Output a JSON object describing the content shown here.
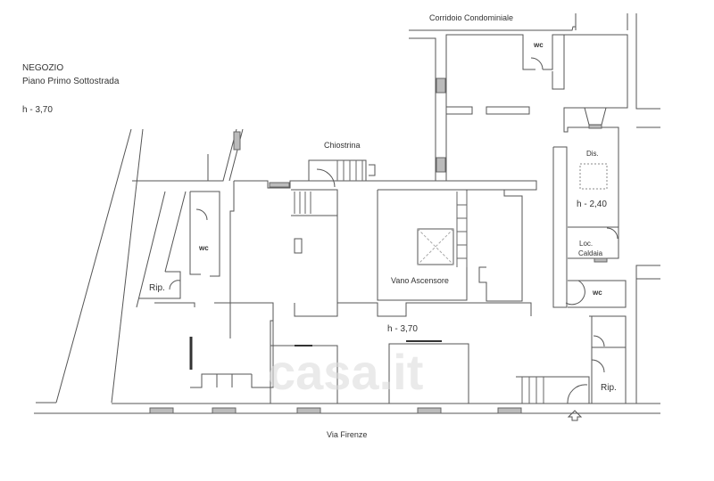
{
  "header": {
    "title": "NEGOZIO",
    "subtitle": "Piano Primo Sottostrada",
    "height": "h - 3,70"
  },
  "labels": {
    "corridor": "Corridoio Condominiale",
    "courtyard": "Chiostrina",
    "wc_top": "wc",
    "dis": "Dis.",
    "dis_height": "h - 2,40",
    "boiler_1": "Loc.",
    "boiler_2": "Caldaia",
    "wc_right": "wc",
    "wc_left": "wc",
    "elevator": "Vano Ascensore",
    "main_height": "h - 3,70",
    "storage_left": "Rip.",
    "storage_right": "Rip.",
    "street": "Via Firenze"
  },
  "watermark": "casa.it"
}
